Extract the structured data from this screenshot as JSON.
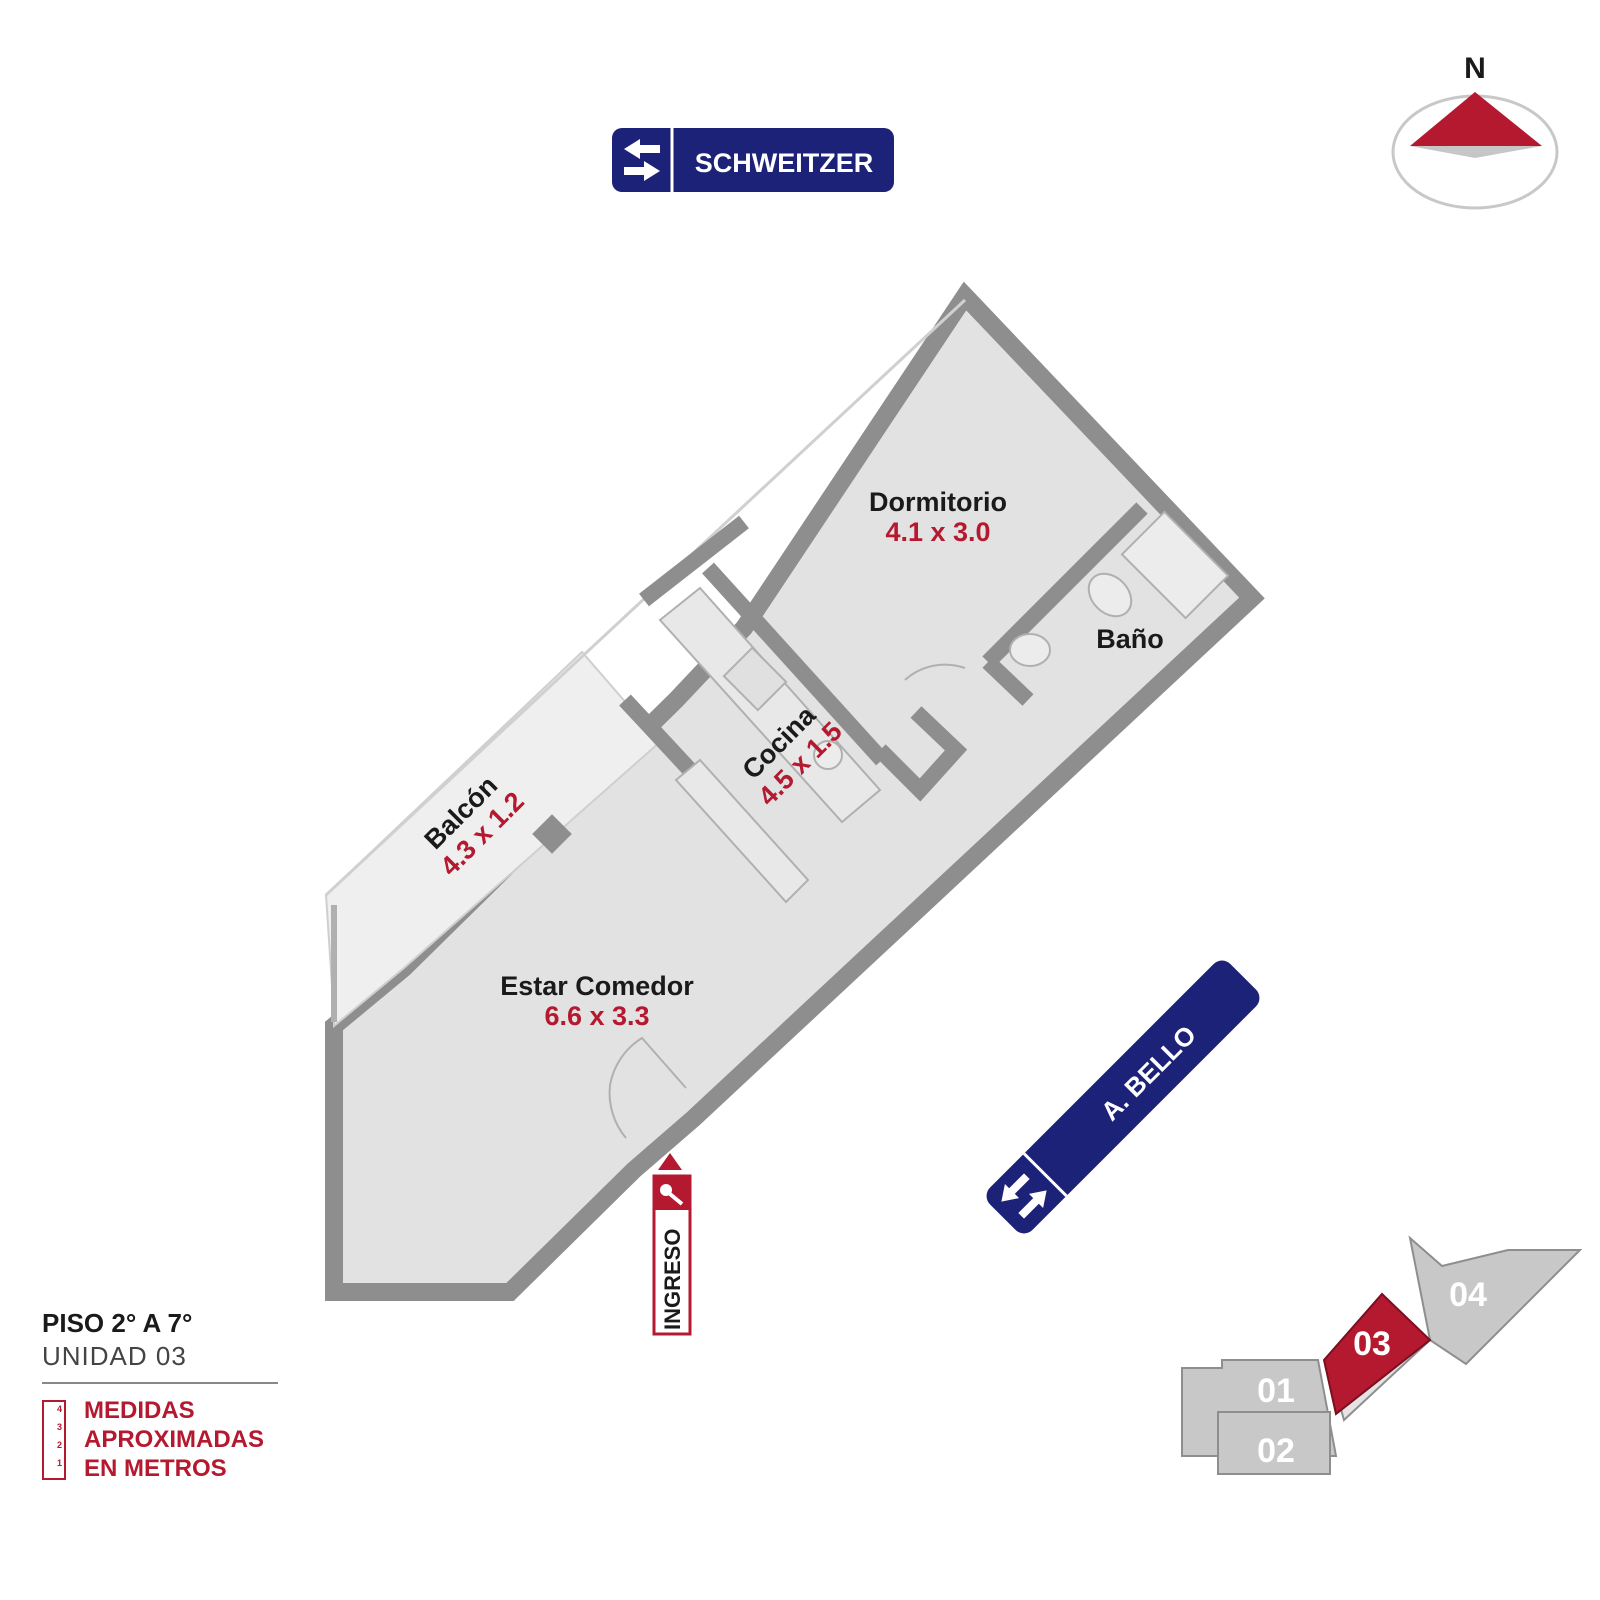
{
  "compass": {
    "label": "N"
  },
  "streets": {
    "top": {
      "name": "SCHWEITZER"
    },
    "right": {
      "name": "A. BELLO"
    }
  },
  "rooms": {
    "dormitorio": {
      "name": "Dormitorio",
      "dims": "4.1 x 3.0"
    },
    "bano": {
      "name": "Baño"
    },
    "cocina": {
      "name": "Cocina",
      "dims": "4.5 x 1.5"
    },
    "balcon": {
      "name": "Balcón",
      "dims": "4.3 x 1.2"
    },
    "estar": {
      "name": "Estar Comedor",
      "dims": "6.6 x 3.3"
    }
  },
  "entrance": {
    "label": "INGRESO"
  },
  "info": {
    "floor": "PISO 2° A 7°",
    "unit": "UNIDAD 03",
    "measure_lines": [
      "MEDIDAS",
      "APROXIMADAS",
      "EN METROS"
    ],
    "ruler_ticks": [
      "4",
      "3",
      "2",
      "1"
    ]
  },
  "keymap": {
    "units": [
      "01",
      "02",
      "03",
      "04"
    ],
    "highlighted": "03"
  },
  "colors": {
    "accent_red": "#b5192f",
    "navy": "#1c2277",
    "wall": "#8e8e8e",
    "floor": "#e2e2e2"
  }
}
